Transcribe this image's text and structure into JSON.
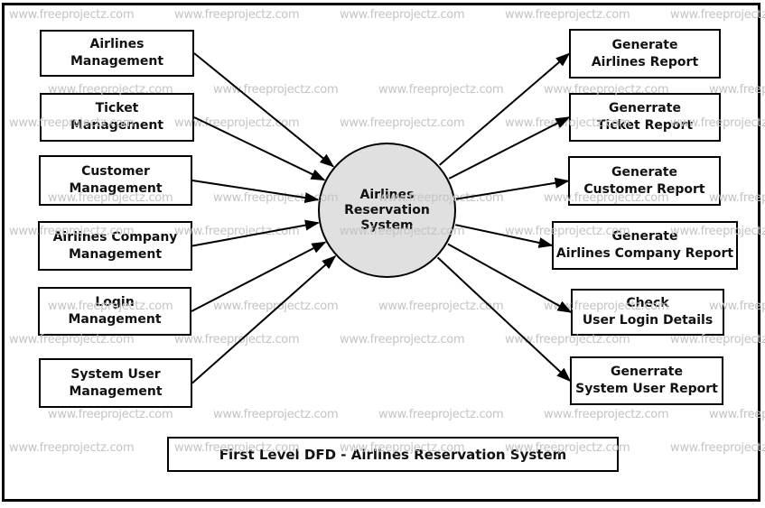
{
  "diagram": {
    "kind": "data-flow-diagram",
    "title": "First Level DFD - Airlines Reservation System",
    "watermark": {
      "text": "www.freeprojectz.com",
      "color": "#c4c4c4"
    },
    "process": {
      "id": "process",
      "line1": "Airlines",
      "line2": "Reservation",
      "line3": "System",
      "fill": "#e0e0e0",
      "border": "#000000"
    },
    "entities": {
      "left": [
        {
          "id": "airlines-management",
          "line1": "Airlines",
          "line2": "Management"
        },
        {
          "id": "ticket-management",
          "line1": "Ticket",
          "line2": "Management"
        },
        {
          "id": "customer-management",
          "line1": "Customer",
          "line2": "Management"
        },
        {
          "id": "airlines-company-management",
          "line1": "Airlines Company",
          "line2": "Management"
        },
        {
          "id": "login-management",
          "line1": "Login",
          "line2": "Management"
        },
        {
          "id": "system-user-management",
          "line1": "System User",
          "line2": "Management"
        }
      ],
      "right": [
        {
          "id": "generate-airlines-report",
          "line1": "Generate",
          "line2": "Airlines Report"
        },
        {
          "id": "generrate-ticket-report",
          "line1": "Generrate",
          "line2": "Ticket Report"
        },
        {
          "id": "generate-customer-report",
          "line1": "Generate",
          "line2": "Customer Report"
        },
        {
          "id": "generate-airlines-company-report",
          "line1": "Generate",
          "line2": "Airlines Company Report"
        },
        {
          "id": "check-user-login-details",
          "line1": "Check",
          "line2": "User Login Details"
        },
        {
          "id": "generrate-system-user-report",
          "line1": "Generrate",
          "line2": "System User Report"
        }
      ]
    },
    "connections": [
      {
        "from": "airlines-management",
        "to": "process"
      },
      {
        "from": "ticket-management",
        "to": "process"
      },
      {
        "from": "customer-management",
        "to": "process"
      },
      {
        "from": "airlines-company-management",
        "to": "process"
      },
      {
        "from": "login-management",
        "to": "process"
      },
      {
        "from": "system-user-management",
        "to": "process"
      },
      {
        "from": "process",
        "to": "generate-airlines-report"
      },
      {
        "from": "process",
        "to": "generrate-ticket-report"
      },
      {
        "from": "process",
        "to": "generate-customer-report"
      },
      {
        "from": "process",
        "to": "generate-airlines-company-report"
      },
      {
        "from": "process",
        "to": "check-user-login-details"
      },
      {
        "from": "process",
        "to": "generrate-system-user-report"
      }
    ]
  }
}
